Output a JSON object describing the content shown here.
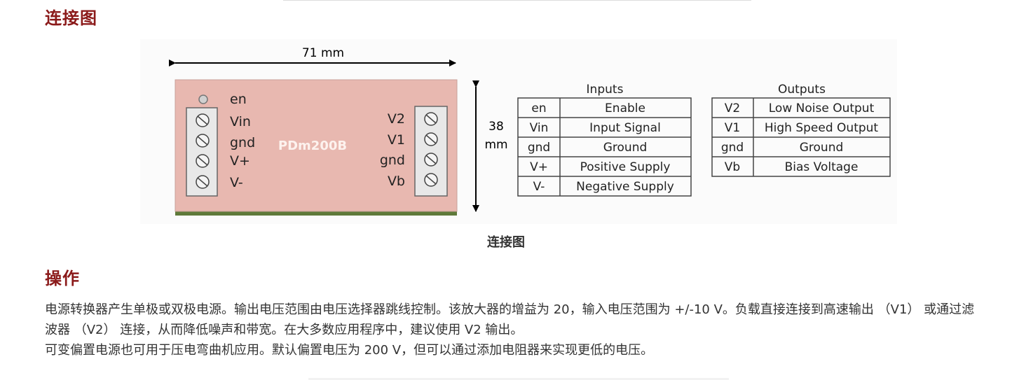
{
  "section1": {
    "heading": "连接图",
    "caption": "连接图"
  },
  "diagram": {
    "width_label": "71 mm",
    "height_label_1": "38",
    "height_label_2": "mm",
    "board_name": "PDm200B",
    "left_pins": [
      "en",
      "Vin",
      "gnd",
      "V+",
      "V-"
    ],
    "right_pins": [
      "V2",
      "V1",
      "gnd",
      "Vb"
    ],
    "colors": {
      "board": "#e8b8b0",
      "board_edge": "#556b2f",
      "heading": "#8b1a1a"
    },
    "inputs_table": {
      "title": "Inputs",
      "rows": [
        [
          "en",
          "Enable"
        ],
        [
          "Vin",
          "Input Signal"
        ],
        [
          "gnd",
          "Ground"
        ],
        [
          "V+",
          "Positive Supply"
        ],
        [
          "V-",
          "Negative Supply"
        ]
      ]
    },
    "outputs_table": {
      "title": "Outputs",
      "rows": [
        [
          "V2",
          "Low Noise Output"
        ],
        [
          "V1",
          "High Speed Output"
        ],
        [
          "gnd",
          "Ground"
        ],
        [
          "Vb",
          "Bias Voltage"
        ]
      ]
    }
  },
  "section2": {
    "heading": "操作",
    "paragraph_1": "电源转换器产生单极或双极电源。输出电压范围由电压选择器跳线控制。该放大器的增益为 20，输入电压范围为 +/-10 V。负载直接连接到高速输出 （V1） 或通过滤波器 （V2） 连接，从而降低噪声和带宽。在大多数应用程序中，建议使用 V2 输出。",
    "paragraph_2": "可变偏置电源也可用于压电弯曲机应用。默认偏置电压为 200 V，但可以通过添加电阻器来实现更低的电压。"
  }
}
